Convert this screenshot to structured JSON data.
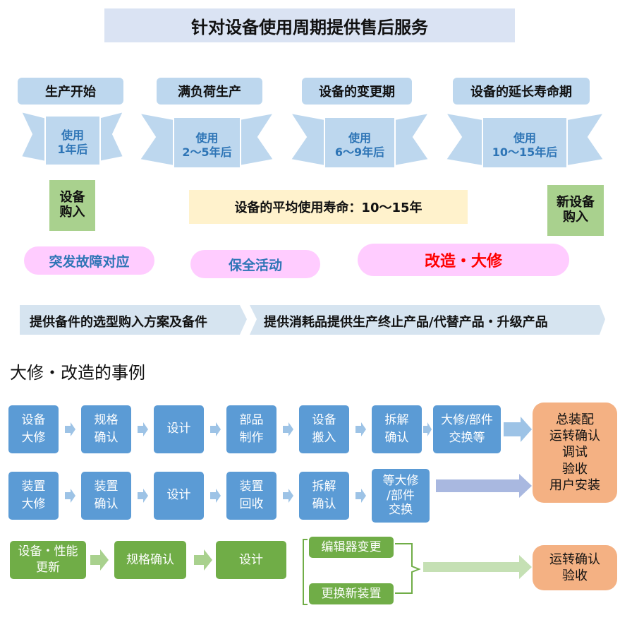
{
  "title": "针对设备使用周期提供售后服务",
  "phases": [
    {
      "label": "生产开始",
      "usage": "使用\n1年后"
    },
    {
      "label": "满负荷生产",
      "usage": "使用\n2～5年后"
    },
    {
      "label": "设备的变更期",
      "usage": "使用\n6～9年后"
    },
    {
      "label": "设备的延长寿命期",
      "usage": "使用\n10～15年后"
    }
  ],
  "purchase_left": "设备\n购入",
  "purchase_right": "新设备\n购入",
  "avg_life": "设备的平均使用寿命：10～15年",
  "pills": [
    "突发故障对应",
    "保全活动",
    "改造・大修"
  ],
  "services": [
    "提供备件的选型购入方案及备件",
    "提供消耗品提供生产终止产品/代替产品・升级产品"
  ],
  "examples_heading": "大修・改造的事例",
  "row1": [
    "设备\n大修",
    "规格\n确认",
    "设计",
    "部品\n制作",
    "设备\n搬入",
    "拆解\n确认",
    "大修/部件\n交换等"
  ],
  "row2": [
    "装置\n大修",
    "装置\n确认",
    "设计",
    "装置\n回收",
    "拆解\n确认",
    "等大修\n/部件\n交换"
  ],
  "row3": [
    "设备・性能\n更新",
    "规格确认",
    "设计"
  ],
  "branches": [
    "编辑器变更",
    "更换新装置"
  ],
  "result_a": "总装配\n运转确认\n调试\n验收\n用户安装",
  "result_b": "运转确认\n验收",
  "colors": {
    "accent_red": "#ff0000",
    "pill_text": "#2e75b6",
    "blue_box": "#5b9bd5",
    "green_box": "#70ad47",
    "orange_box": "#f4b183"
  }
}
